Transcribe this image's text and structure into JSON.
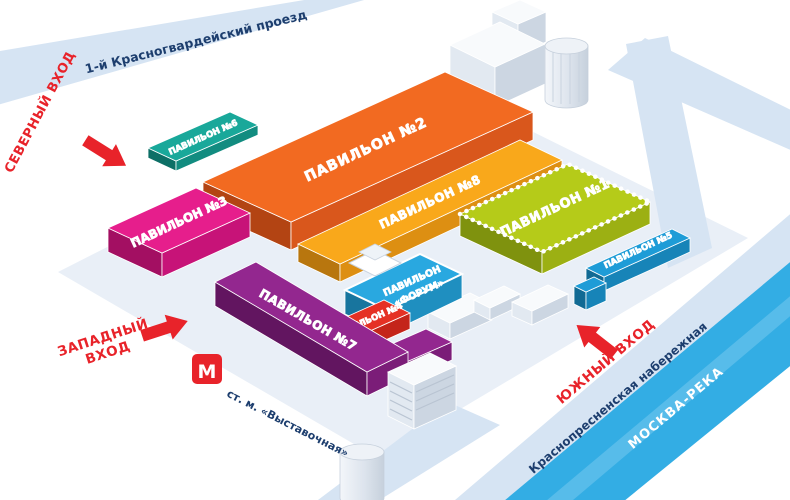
{
  "colors": {
    "road": "#d6e4f3",
    "ground": "#e9eff7",
    "river": "#33ade4",
    "river_light": "#74c9ef",
    "entrance_red": "#e8232a",
    "street_navy": "#1d3e6e",
    "white_top": "#f8fafc",
    "white_left": "#e2e9f1",
    "white_right": "#ccd6e2"
  },
  "streets": {
    "top_street": "1-й Красногвардейский проезд",
    "embankment": "Краснопресненская набережная",
    "river": "МОСКВА-РЕКА",
    "metro_station": "ст. м. «Выставочная»",
    "metro_letter": "М"
  },
  "entrances": {
    "north": "СЕВЕРНЫЙ ВХОД",
    "west_line1": "ЗАПАДНЫЙ",
    "west_line2": "ВХОД",
    "south": "ЮЖНЫЙ ВХОД"
  },
  "pavilions": {
    "p1": {
      "label": "ПАВИЛЬОН №1",
      "color": "#b5cb19",
      "dark": "#9cb013",
      "darker": "#7f920e"
    },
    "p2": {
      "label": "ПАВИЛЬОН №2",
      "color": "#f26a21",
      "dark": "#d9571c",
      "darker": "#b34413"
    },
    "p3": {
      "label": "ПАВИЛЬОН №3",
      "color": "#e61e8c",
      "dark": "#c71378",
      "darker": "#a30f62"
    },
    "p4": {
      "label": "ПАВИЛЬОН №4",
      "color": "#e53124",
      "dark": "#c4251a",
      "darker": "#9e1d15"
    },
    "p5": {
      "label": "ПАВИЛЬОН №5",
      "color": "#1e9cd7",
      "dark": "#1784b8",
      "darker": "#116a94"
    },
    "p6": {
      "label": "ПАВИЛЬОН №6",
      "color": "#19a89a",
      "dark": "#128c80",
      "darker": "#0d6f66"
    },
    "p7": {
      "label": "ПАВИЛЬОН №7",
      "color": "#93278f",
      "dark": "#7b1d78",
      "darker": "#621560"
    },
    "p8": {
      "label": "ПАВИЛЬОН №8",
      "color": "#f9a81b",
      "dark": "#dd8f12",
      "darker": "#b8760e"
    },
    "forum": {
      "label_line1": "ПАВИЛЬОН",
      "label_line2": "«ФОРУМ»",
      "color": "#29a8e0",
      "dark": "#1f8fc0",
      "darker": "#18759e"
    }
  }
}
